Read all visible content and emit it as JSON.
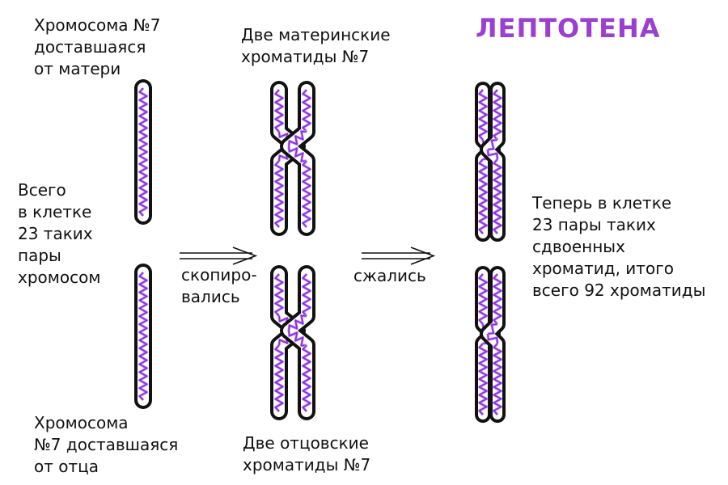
{
  "title": {
    "text": "ЛЕПТОТЕНА",
    "color": "#9a3fd0"
  },
  "colors": {
    "outline": "#111111",
    "chromatin": "#8a2be2",
    "chromatin_light": "#c08cf0"
  },
  "labels": {
    "mother_chromosome": [
      "Хромосома №7",
      "доставшаяся",
      "от матери"
    ],
    "total": [
      "Всего",
      "в клетке",
      "23 таких",
      "пары",
      "хромосом"
    ],
    "father_chromosome": [
      "Хромосома",
      "№7  доставшаяся",
      "от отца"
    ],
    "maternal_chromatids": [
      "Две материнские",
      "хроматиды №7"
    ],
    "paternal_chromatids": [
      "Две отцовские",
      "хроматиды №7"
    ],
    "step_copied": [
      "скопиро-",
      "вались"
    ],
    "step_condensed": [
      "сжались"
    ],
    "result": [
      "Теперь в клетке",
      "23 пары таких",
      "сдвоенных",
      "хроматид, итого",
      "всего 92 хроматиды"
    ]
  }
}
